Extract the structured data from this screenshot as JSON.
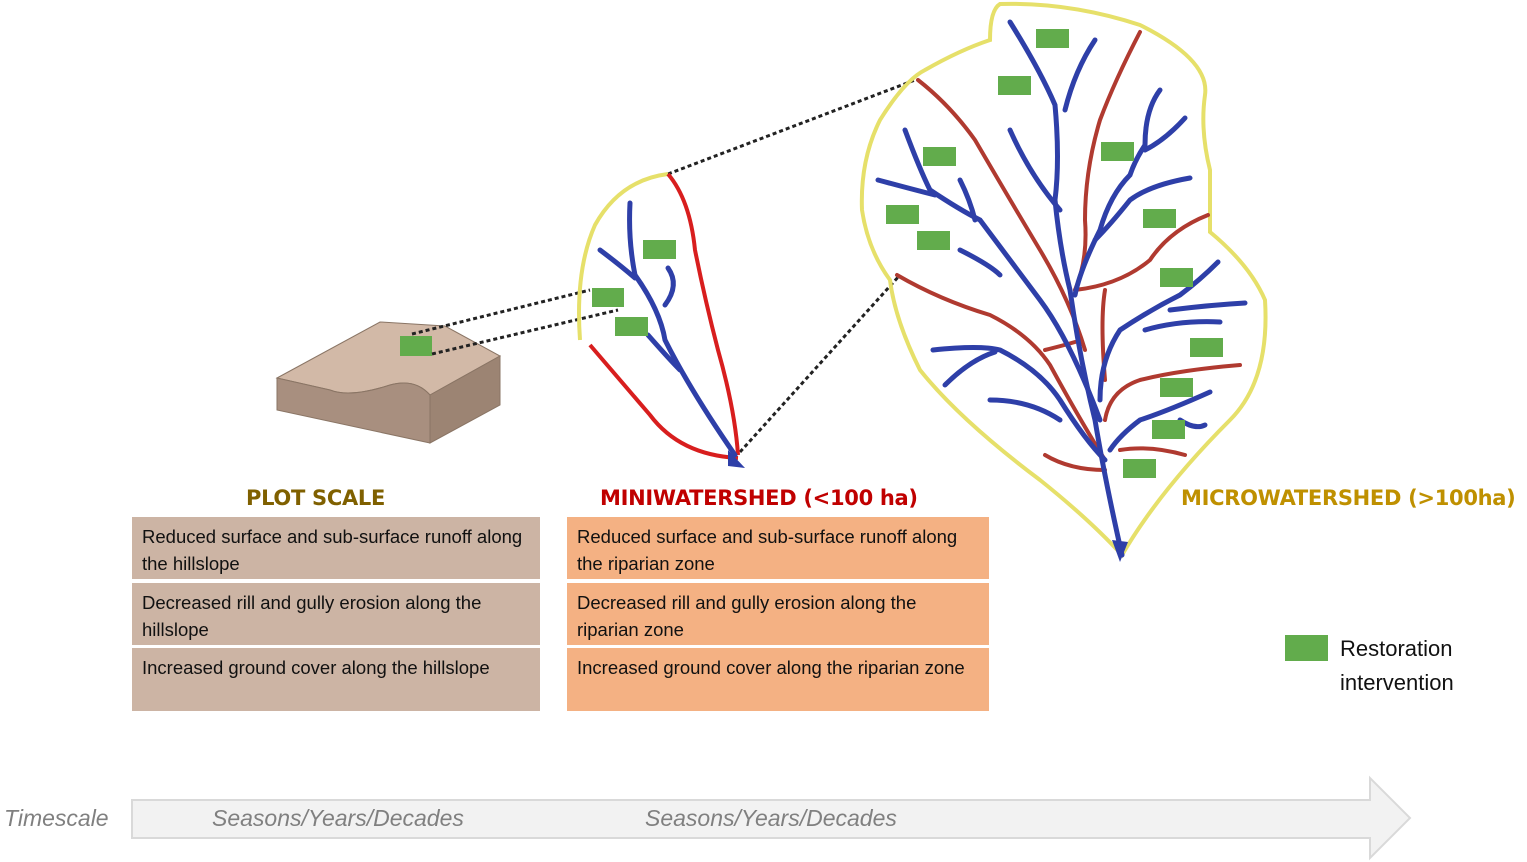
{
  "scales": {
    "plot": {
      "title": "PLOT SCALE",
      "title_color": "#7f6000",
      "box_color": "#ccb4a4",
      "effects": [
        "Reduced surface and sub-surface runoff along the hillslope",
        "Decreased rill and gully erosion along the hillslope",
        "Increased ground cover along the hillslope"
      ]
    },
    "miniwatershed": {
      "title": "MINIWATERSHED (<100 ha)",
      "title_color": "#c00000",
      "box_color": "#f4b183",
      "effects": [
        "Reduced surface and sub-surface runoff along the riparian zone",
        "Decreased rill and gully erosion along the riparian zone",
        "Increased ground cover along the riparian zone"
      ]
    },
    "microwatershed": {
      "title": "MICROWATERSHED (>100ha)",
      "title_color": "#bf9000"
    }
  },
  "legend": {
    "swatch_color": "#62ac4c",
    "label_line1": "Restoration",
    "label_line2": "intervention"
  },
  "timescale": {
    "label": "Timescale",
    "plot_period": "Seasons/Years/Decades",
    "mini_period": "Seasons/Years/Decades"
  },
  "colors": {
    "stream": "#2e3fa8",
    "boundary": "#e6e06a",
    "gully_red": "#d81e1e",
    "gully_darkred": "#b03a30",
    "intervention": "#62ac4c"
  }
}
